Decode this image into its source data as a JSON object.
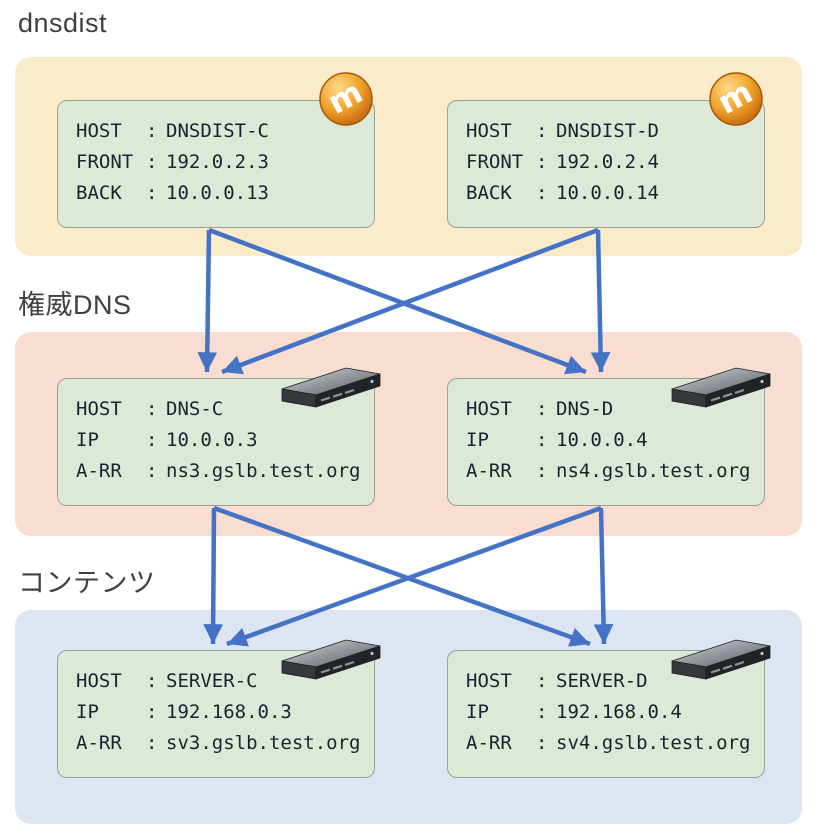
{
  "colors": {
    "band_dnsdist": "#FBECC9",
    "band_auth": "#F8DDD0",
    "band_content": "#DCE5F1",
    "node_fill": "#DDE9D6",
    "node_border": "#98A098",
    "arrow": "#4472C4",
    "text": "#1C2130",
    "label": "#404040",
    "logo_orange": "#E88B1E"
  },
  "punctuation": {
    "colon": ":"
  },
  "tiers": [
    {
      "label": "dnsdist",
      "nodes": [
        {
          "icon": "dnsdist-logo",
          "rows": [
            {
              "key": "HOST",
              "value": "DNSDIST-C"
            },
            {
              "key": "FRONT",
              "value": "192.0.2.3"
            },
            {
              "key": "BACK",
              "value": "10.0.0.13"
            }
          ]
        },
        {
          "icon": "dnsdist-logo",
          "rows": [
            {
              "key": "HOST",
              "value": "DNSDIST-D"
            },
            {
              "key": "FRONT",
              "value": "192.0.2.4"
            },
            {
              "key": "BACK",
              "value": "10.0.0.14"
            }
          ]
        }
      ]
    },
    {
      "label": "権威DNS",
      "nodes": [
        {
          "icon": "rack-server",
          "rows": [
            {
              "key": "HOST",
              "value": "DNS-C"
            },
            {
              "key": "IP",
              "value": "10.0.0.3"
            },
            {
              "key": "A-RR",
              "value": "ns3.gslb.test.org"
            }
          ]
        },
        {
          "icon": "rack-server",
          "rows": [
            {
              "key": "HOST",
              "value": "DNS-D"
            },
            {
              "key": "IP",
              "value": "10.0.0.4"
            },
            {
              "key": "A-RR",
              "value": "ns4.gslb.test.org"
            }
          ]
        }
      ]
    },
    {
      "label": "コンテンツ",
      "nodes": [
        {
          "icon": "rack-server",
          "rows": [
            {
              "key": "HOST",
              "value": "SERVER-C"
            },
            {
              "key": "IP",
              "value": "192.168.0.3"
            },
            {
              "key": "A-RR",
              "value": "sv3.gslb.test.org"
            }
          ]
        },
        {
          "icon": "rack-server",
          "rows": [
            {
              "key": "HOST",
              "value": "SERVER-D"
            },
            {
              "key": "IP",
              "value": "192.168.0.4"
            },
            {
              "key": "A-RR",
              "value": "sv4.gslb.test.org"
            }
          ]
        }
      ]
    }
  ],
  "connections": [
    {
      "from": "DNSDIST-C",
      "to": "DNS-C"
    },
    {
      "from": "DNSDIST-C",
      "to": "DNS-D"
    },
    {
      "from": "DNSDIST-D",
      "to": "DNS-C"
    },
    {
      "from": "DNSDIST-D",
      "to": "DNS-D"
    },
    {
      "from": "DNS-C",
      "to": "SERVER-C"
    },
    {
      "from": "DNS-C",
      "to": "SERVER-D"
    },
    {
      "from": "DNS-D",
      "to": "SERVER-C"
    },
    {
      "from": "DNS-D",
      "to": "SERVER-D"
    }
  ]
}
